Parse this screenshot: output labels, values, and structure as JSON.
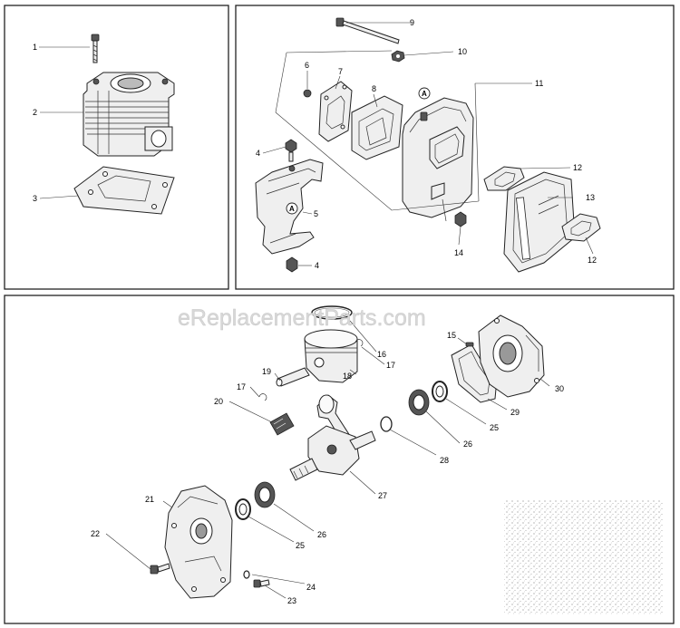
{
  "watermark": "eReplacementParts.com",
  "callout_letter": "A",
  "labels": {
    "p1": "1",
    "p2": "2",
    "p3": "3",
    "p4a": "4",
    "p4b": "4",
    "p5": "5",
    "p6": "6",
    "p7": "7",
    "p8": "8",
    "p9": "9",
    "p10": "10",
    "p11": "11",
    "p12a": "12",
    "p12b": "12",
    "p13": "13",
    "p14": "14",
    "p15": "15",
    "p16": "16",
    "p17a": "17",
    "p17b": "17",
    "p18": "18",
    "p19": "19",
    "p20": "20",
    "p21": "21",
    "p22": "22",
    "p23": "23",
    "p24": "24",
    "p25a": "25",
    "p25b": "25",
    "p26a": "26",
    "p26b": "26",
    "p27": "27",
    "p28": "28",
    "p29": "29",
    "p30": "30"
  }
}
